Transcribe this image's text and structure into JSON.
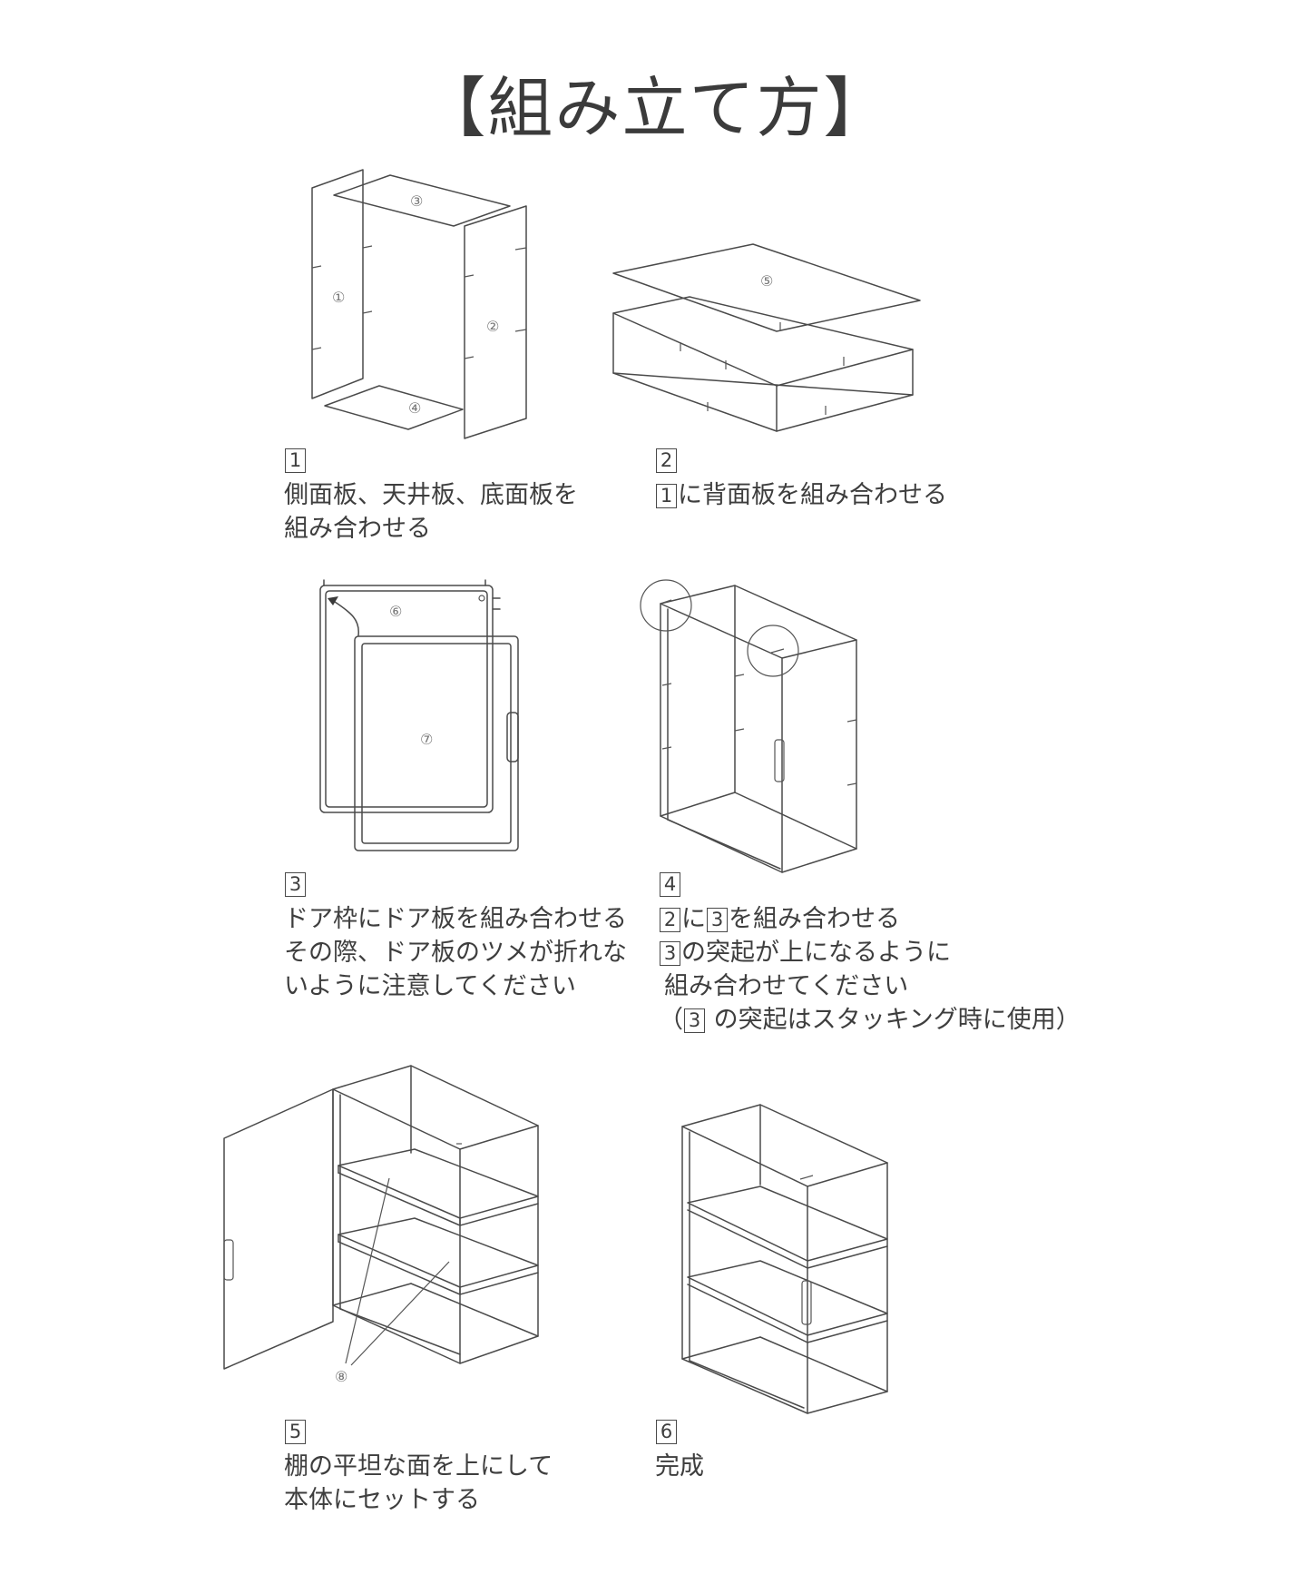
{
  "title": "【組み立て方】",
  "labels": {
    "p1": "①",
    "p2": "②",
    "p3": "③",
    "p4": "④",
    "p5": "⑤",
    "p6": "⑥",
    "p7": "⑦",
    "p8": "⑧"
  },
  "steps": [
    {
      "num": "1",
      "lines": [
        "側面板、天井板、底面板を",
        "組み合わせる"
      ]
    },
    {
      "num": "2",
      "ref": "1",
      "line1": "に背面板を組み合わせる"
    },
    {
      "num": "3",
      "lines": [
        "ドア枠にドア板を組み合わせる",
        "その際、ドア板のツメが折れな",
        "いように注意してください"
      ]
    },
    {
      "num": "4",
      "ref_a": "2",
      "mid": "に",
      "ref_b": "3",
      "line1": "を組み合わせる",
      "ref_c": "3",
      "line2": "の突起が上になるように",
      "line3": "組み合わせてください",
      "paren_open": "（",
      "ref_d": "3",
      "line4": " の突起はスタッキング時に使用）"
    },
    {
      "num": "5",
      "lines": [
        "棚の平坦な面を上にして",
        "本体にセットする"
      ]
    },
    {
      "num": "6",
      "lines": [
        "完成"
      ]
    }
  ]
}
